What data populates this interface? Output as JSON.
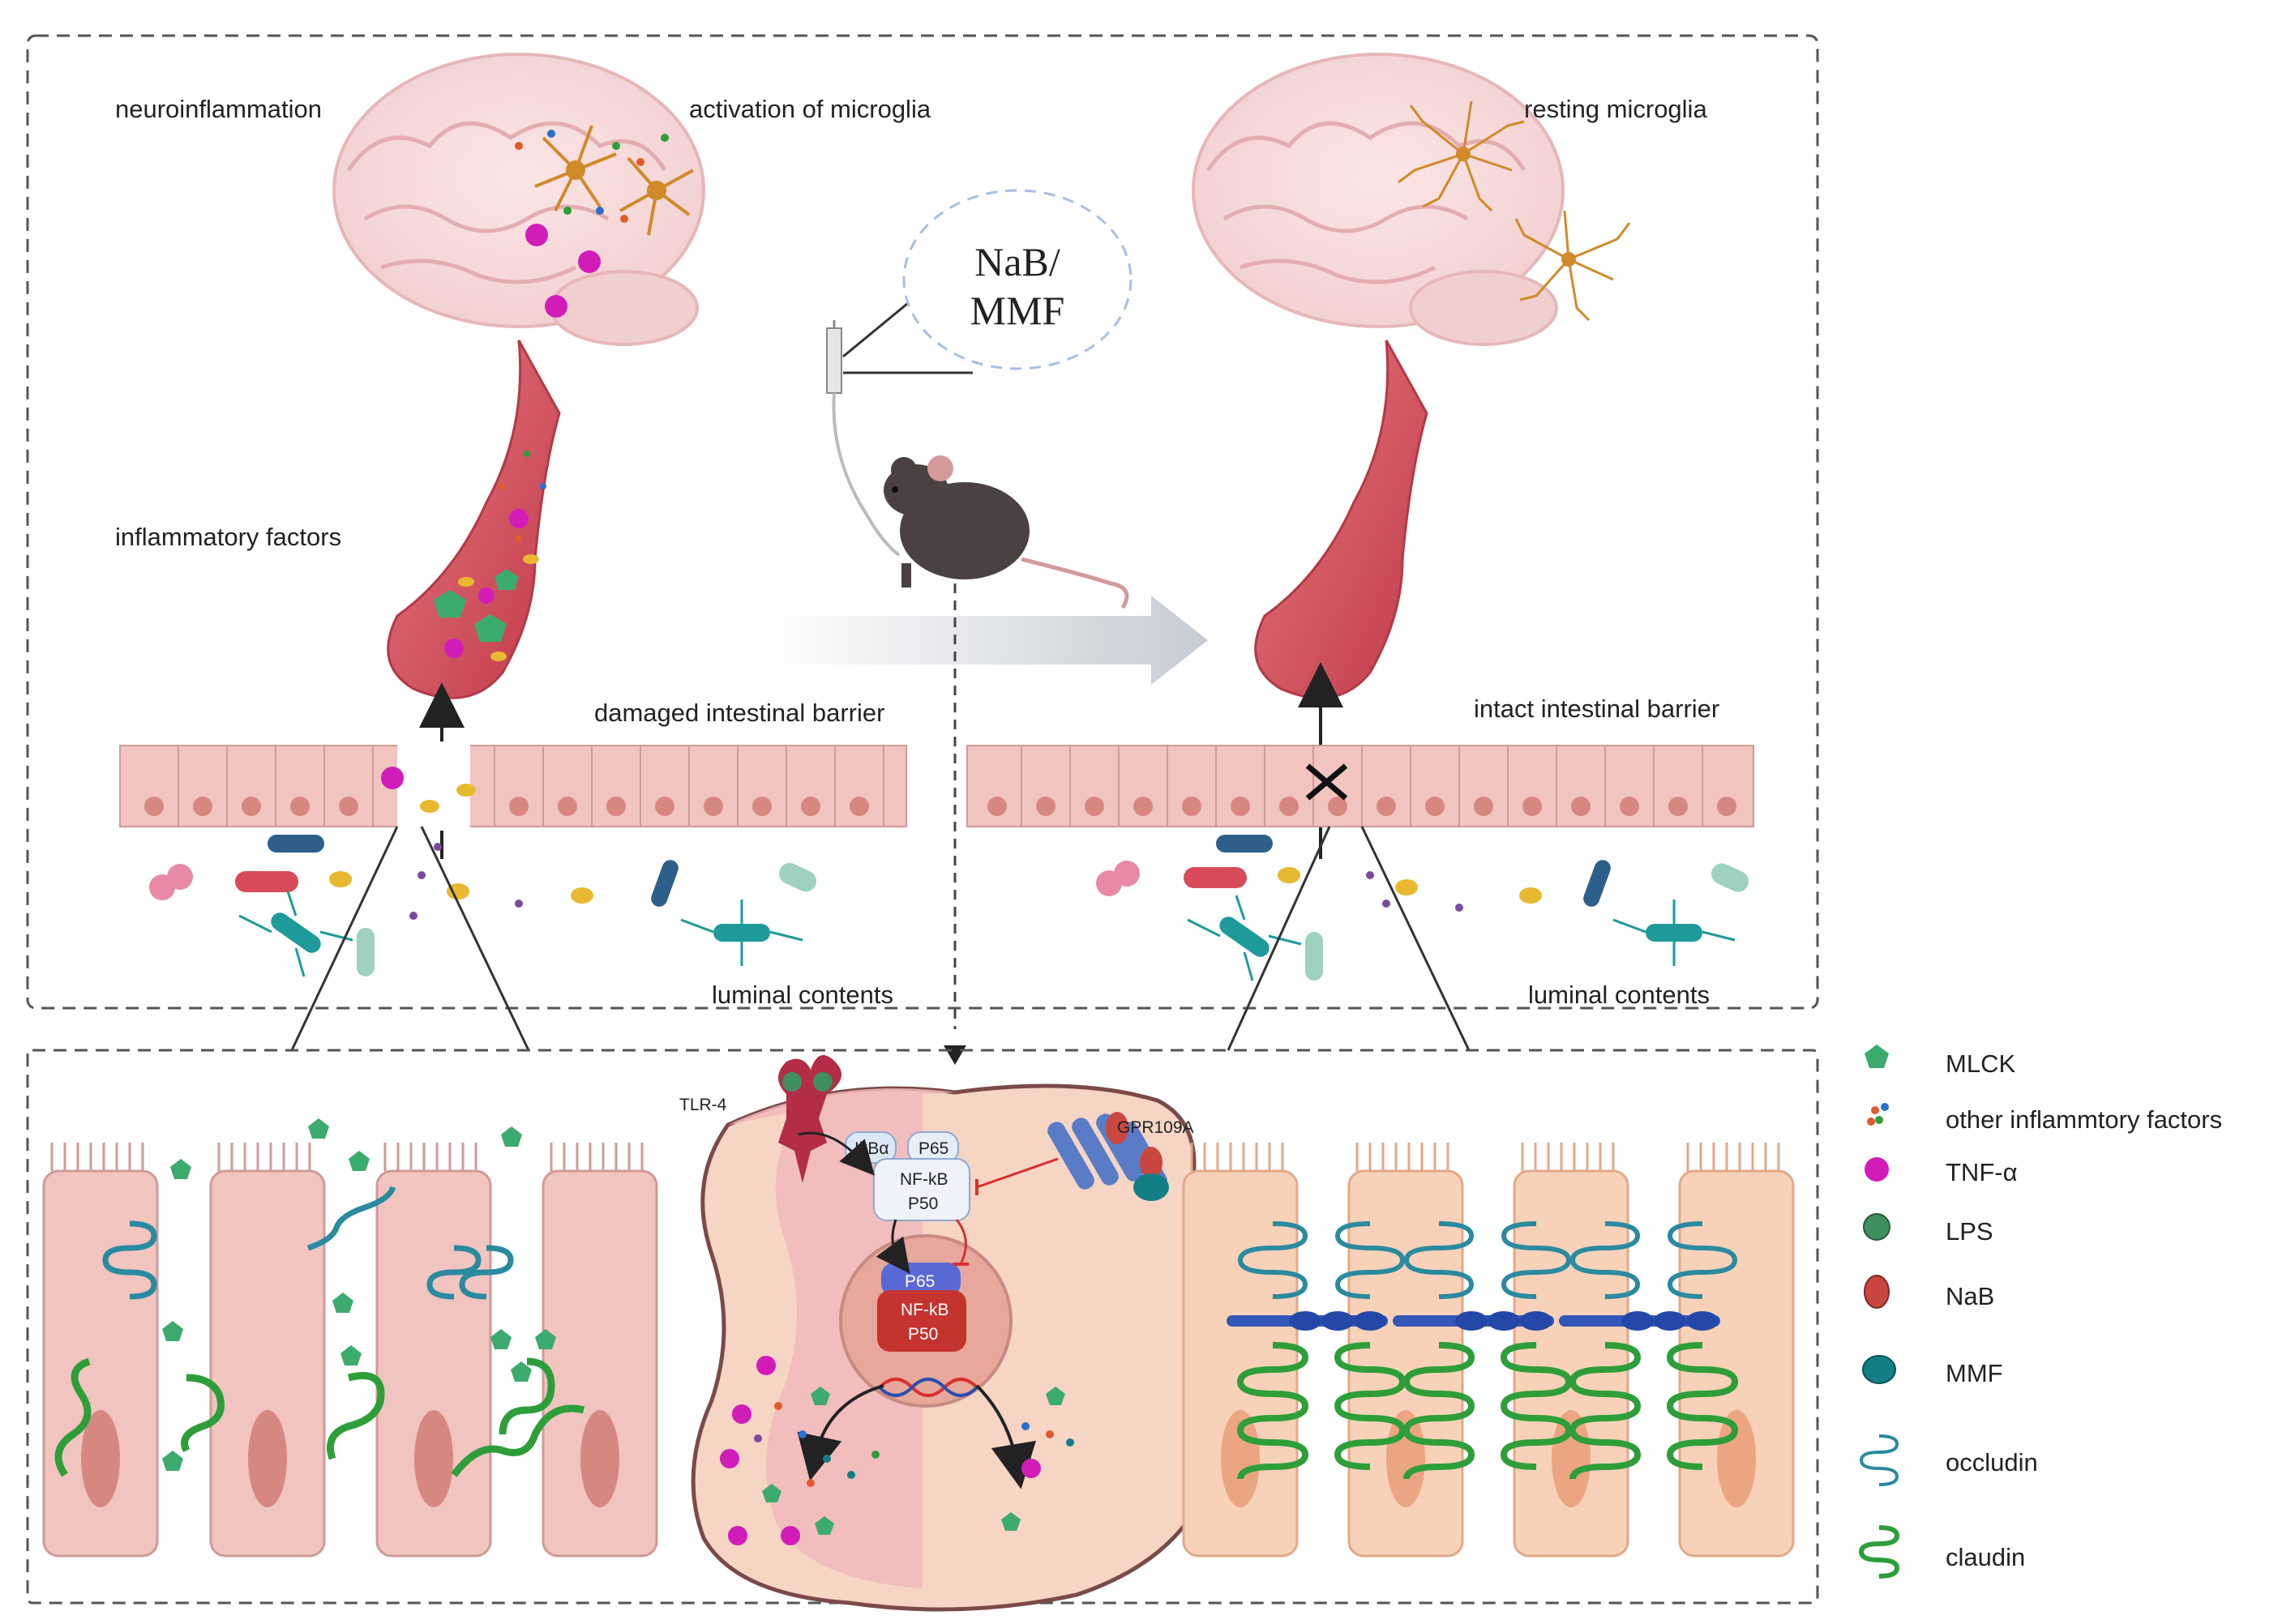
{
  "top_left": {
    "neuroinflammation": "neuroinflammation",
    "activation": "activation of microglia",
    "inflammatory_factors": "inflammatory factors",
    "damaged_barrier": "damaged intestinal barrier",
    "luminal": "luminal contents"
  },
  "treatment": {
    "line1": "NaB/",
    "line2": "MMF"
  },
  "top_right": {
    "resting": "resting microglia",
    "intact_barrier": "intact intestinal barrier",
    "luminal": "luminal contents"
  },
  "pathway": {
    "tlr4": "TLR-4",
    "gpr": "GPR109A",
    "ikba": "IkBα",
    "p65": "P65",
    "nfkb": "NF-kB",
    "p50": "P50",
    "p65_nuc": "P65",
    "nfkb_nuc": "NF-kB",
    "p50_nuc": "P50"
  },
  "legend": [
    {
      "label": "MLCK",
      "icon": "mlck-pentagon-icon",
      "color": "#3cab6e"
    },
    {
      "label": "other inflammtory factors",
      "icon": "inflammatory-dots-icon",
      "color": "#e05a2a"
    },
    {
      "label": "TNF-α",
      "icon": "tnf-circle-icon",
      "color": "#d21cb8"
    },
    {
      "label": "LPS",
      "icon": "lps-circle-icon",
      "color": "#3f8f5f"
    },
    {
      "label": "NaB",
      "icon": "nab-oval-icon",
      "color": "#c9473e"
    },
    {
      "label": "MMF",
      "icon": "mmf-oval-icon",
      "color": "#127f86"
    },
    {
      "label": "occludin",
      "icon": "occludin-icon",
      "color": "#2a8aa0"
    },
    {
      "label": "claudin",
      "icon": "claudin-icon",
      "color": "#2e9e3a"
    }
  ]
}
